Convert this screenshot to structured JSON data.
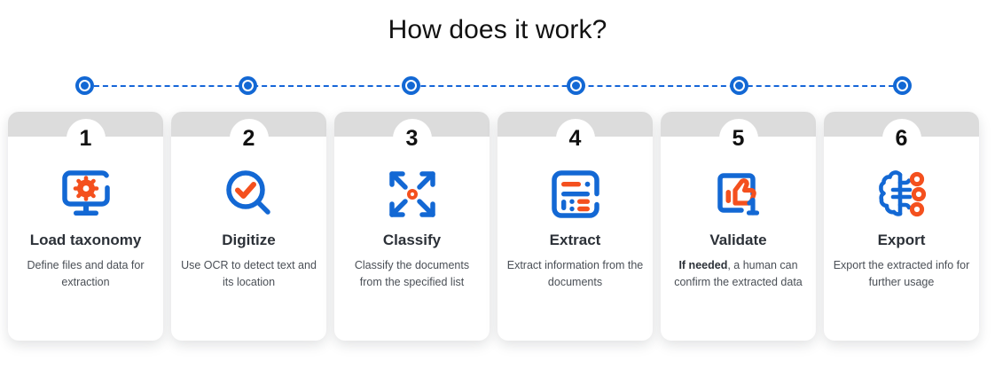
{
  "page": {
    "title": "How does it work?",
    "background_color": "#ffffff",
    "accent_blue": "#1368d4",
    "accent_orange": "#f4501e",
    "header_gray": "#dcdcdc"
  },
  "timeline": {
    "dot_count": 6,
    "line_style": "dashed",
    "line_color": "#1565d8",
    "dots": [
      {
        "label": "timeline-dot-1"
      },
      {
        "label": "timeline-dot-2"
      },
      {
        "label": "timeline-dot-3"
      },
      {
        "label": "timeline-dot-4"
      },
      {
        "label": "timeline-dot-5"
      },
      {
        "label": "timeline-dot-6"
      }
    ]
  },
  "steps": [
    {
      "number": "1",
      "title": "Load taxonomy",
      "description": "Define files and data for extraction",
      "icon": "monitor-gear-icon"
    },
    {
      "number": "2",
      "title": "Digitize",
      "description": "Use OCR to detect text and its location",
      "icon": "magnifier-check-icon"
    },
    {
      "number": "3",
      "title": "Classify",
      "description": "Classify the documents from the specified list",
      "icon": "expand-arrows-icon"
    },
    {
      "number": "4",
      "title": "Extract",
      "description": "Extract information from the documents",
      "icon": "document-list-icon"
    },
    {
      "number": "5",
      "title": "Validate",
      "description_bold": "If needed",
      "description_rest": ", a human can confirm the extracted data",
      "icon": "thumbs-up-frame-icon"
    },
    {
      "number": "6",
      "title": "Export",
      "description": "Export the extracted info for further usage",
      "icon": "brain-nodes-icon"
    }
  ]
}
